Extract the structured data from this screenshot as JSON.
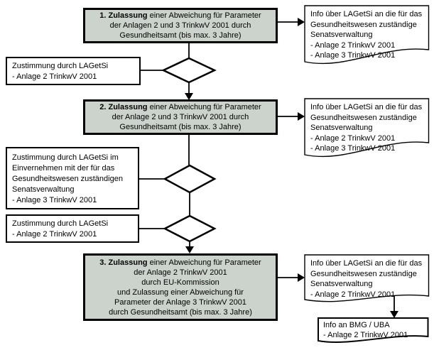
{
  "diagram": {
    "background": "#ffffff",
    "process_box_fill": "#ccd3cc",
    "line_color": "#000000"
  },
  "process_boxes": [
    {
      "bold": "1. Zulassung",
      "rest": " einer Abweichung für Parameter\nder Anlagen 2 und 3 TrinkwV 2001 durch\nGesundheitsamt (bis max. 3 Jahre)"
    },
    {
      "bold": "2. Zulassung",
      "rest": " einer Abweichung für Parameter\nder Anlage 2 und 3 TrinkwV 2001 durch\nGesundheitsamt (bis max. 3 Jahre)"
    },
    {
      "bold": "3. Zulassung",
      "rest": " einer Abweichung für Parameter\nder Anlage 2 TrinkwV 2001\ndurch EU-Kommission\nund Zulassung einer Abweichung für\nParameter der Anlage 3 TrinkwV 2001\ndurch Gesundheitsamt (bis max. 3 Jahre)"
    }
  ],
  "approval_boxes": [
    {
      "text": "Zustimmung durch LAGetSi\n- Anlage 2 TrinkwV 2001"
    },
    {
      "text": "Zustimmung durch LAGetSi im\nEinvernehmen mit der für das\nGesundheitswesen zuständigen\nSenatsverwaltung\n- Anlage 3 TrinkwV 2001"
    },
    {
      "text": "Zustimmung durch LAGetSi\n- Anlage 2 TrinkwV 2001"
    }
  ],
  "documents": [
    {
      "text": "Info über LAGetSi an die für das\nGesundheitswesen zuständige\nSenatsverwaltung\n- Anlage 2 TrinkwV 2001\n- Anlage 3 TrinkwV 2001"
    },
    {
      "text": "Info über LAGetSi an die für das\nGesundheitswesen zuständige\nSenatsverwaltung\n- Anlage 2 TrinkwV 2001\n- Anlage 3 TrinkwV 2001"
    },
    {
      "text": "Info über LAGetSi an die für das\nGesundheitswesen zuständige\nSenatsverwaltung\n- Anlage 2 TrinkwV 2001"
    },
    {
      "text": "Info an BMG / UBA\n- Anlage 2 TrinkwV 2001"
    }
  ]
}
